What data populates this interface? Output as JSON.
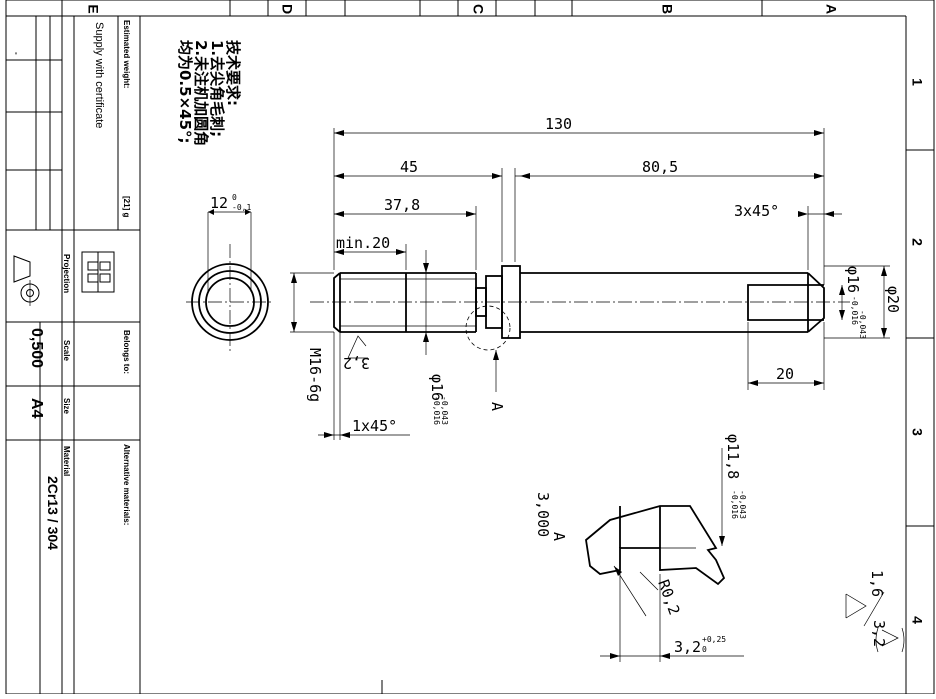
{
  "zones": {
    "columns": [
      "E",
      "D",
      "C",
      "B",
      "A"
    ],
    "rows": [
      "1",
      "2",
      "3",
      "4"
    ]
  },
  "notes": {
    "title": "技术要求:",
    "line1": "1.去尖角毛刺;",
    "line2": "2.未注机加圆角",
    "line3": "均为0.5×45°;"
  },
  "title_block": {
    "estimated_weight_label": "Estimated weight:",
    "weight_value": "[21] g",
    "supply": "Supply with certificate",
    "projection_label": "Projection",
    "belongs_label": "Belongs to:",
    "alternative_label": "Alternative materials:",
    "scale_label": "Scale",
    "scale_value": "0,500",
    "size_label": "Size",
    "size_value": "A4",
    "material_label": "Material",
    "material_value": "2Cr13 / 304",
    "corner_mark": "-"
  },
  "dimensions": {
    "overall_length": "130",
    "len_45": "45",
    "len_80_5": "80,5",
    "len_37_8": "37,8",
    "min_20": "min.20",
    "chamfer_right": "3x45°",
    "dia_16_right": "φ16",
    "dia_16_right_tol_upper": "-0,016",
    "dia_16_right_tol_lower": "-0,043",
    "dia_20": "φ20",
    "len_20": "20",
    "thread": "M16-6g",
    "roughness_3_2": "3,2",
    "dia_16_mid": "φ16",
    "dia_16_mid_tol_upper": "-0,016",
    "dia_16_mid_tol_lower": "-0,043",
    "chamfer_left": "1x45°",
    "detail_a_label": "A",
    "end_view_dim": "12",
    "end_view_tol_upper": "0",
    "end_view_tol_lower": "-0,1"
  },
  "detail": {
    "label": "A",
    "scale": "3,000",
    "dia_11_8": "φ11,8",
    "dia_11_8_tol_upper": "-0,016",
    "dia_11_8_tol_lower": "-0,043",
    "radius": "R0,2",
    "groove_width": "3,2",
    "groove_tol_upper": "+0,25",
    "groove_tol_lower": "0"
  },
  "surface_finish": {
    "general": "1,6",
    "other": "3,2"
  }
}
